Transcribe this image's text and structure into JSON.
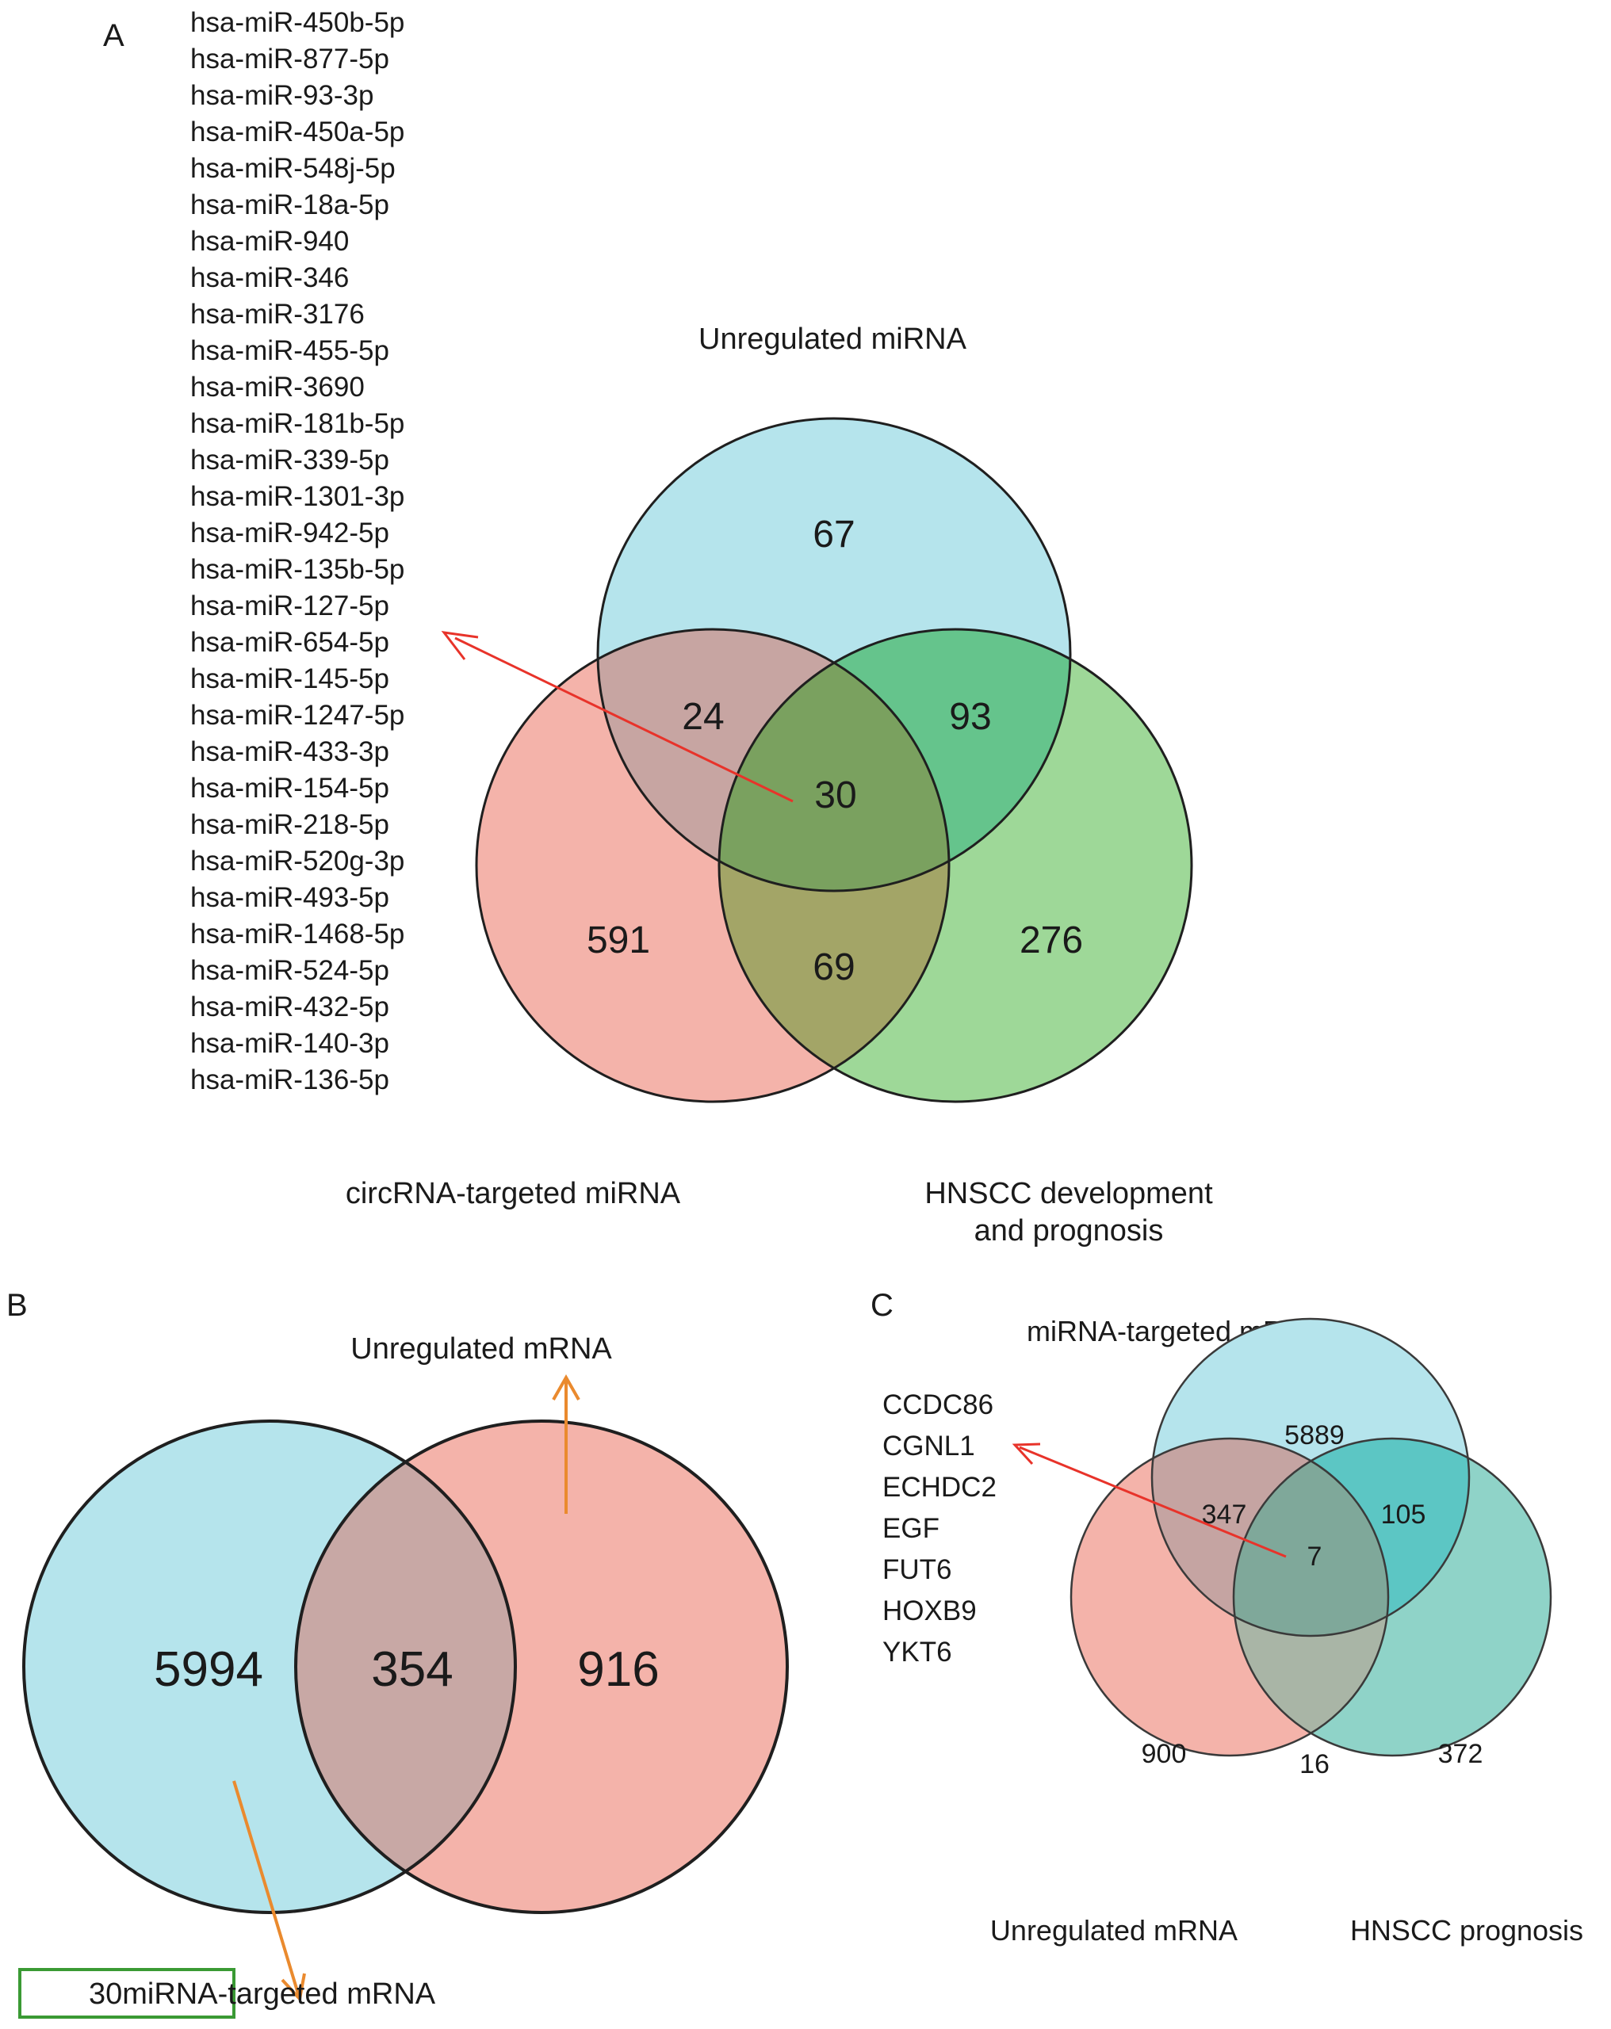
{
  "panel_a": {
    "letter": "A",
    "mirna_list": [
      "hsa-miR-450b-5p",
      "hsa-miR-877-5p",
      "hsa-miR-93-3p",
      "hsa-miR-450a-5p",
      "hsa-miR-548j-5p",
      "hsa-miR-18a-5p",
      "hsa-miR-940",
      "hsa-miR-346",
      "hsa-miR-3176",
      "hsa-miR-455-5p",
      "hsa-miR-3690",
      "hsa-miR-181b-5p",
      "hsa-miR-339-5p",
      "hsa-miR-1301-3p",
      "hsa-miR-942-5p",
      "hsa-miR-135b-5p",
      "hsa-miR-127-5p",
      "hsa-miR-654-5p",
      "hsa-miR-145-5p",
      "hsa-miR-1247-5p",
      "hsa-miR-433-3p",
      "hsa-miR-154-5p",
      "hsa-miR-218-5p",
      "hsa-miR-520g-3p",
      "hsa-miR-493-5p",
      "hsa-miR-1468-5p",
      "hsa-miR-524-5p",
      "hsa-miR-432-5p",
      "hsa-miR-140-3p",
      "hsa-miR-136-5p"
    ],
    "set_top": "Unregulated miRNA",
    "set_left": "circRNA-targeted miRNA",
    "set_right_line1": "HNSCC development",
    "set_right_line2": "and prognosis",
    "counts": {
      "top_only": "67",
      "left_only": "591",
      "right_only": "276",
      "top_left": "24",
      "top_right": "93",
      "left_right": "69",
      "all": "30"
    },
    "colors": {
      "top": "#b5e4ec",
      "left": "#f4b3aa",
      "right": "#9ed898",
      "top_left": "#c7a5a2",
      "top_right": "#65c48c",
      "left_right": "#a3a567",
      "all": "#7aa15f",
      "arrow": "#e8332a"
    }
  },
  "panel_b": {
    "letter": "B",
    "set_top": "Unregulated mRNA",
    "set_bottom": "30miRNA-targeted mRNA",
    "counts": {
      "left_only": "5994",
      "overlap": "354",
      "right_only": "916"
    },
    "colors": {
      "left": "#b5e4ec",
      "right": "#f4b3aa",
      "overlap": "#c8a8a5",
      "arrow": "#ea8a2e",
      "box": "#3a9a34"
    }
  },
  "panel_c": {
    "letter": "C",
    "set_top": "miRNA-targeted mRNA",
    "set_left": "Unregulated mRNA",
    "set_right": "HNSCC prognosis",
    "gene_list": [
      "CCDC86",
      "CGNL1",
      "ECHDC2",
      "EGF",
      "FUT6",
      "HOXB9",
      "YKT6"
    ],
    "counts": {
      "top_only": "5889",
      "left_only": "900",
      "right_only": "372",
      "top_left": "347",
      "top_right": "105",
      "left_right": "16",
      "all": "7"
    },
    "colors": {
      "top": "#b5e4ec",
      "left": "#f4b3aa",
      "right": "#8fd3c8",
      "top_left": "#c5a4a2",
      "top_right": "#5cc6c4",
      "left_right": "#a9b5a6",
      "all": "#7fa89a",
      "arrow": "#e8332a"
    }
  }
}
